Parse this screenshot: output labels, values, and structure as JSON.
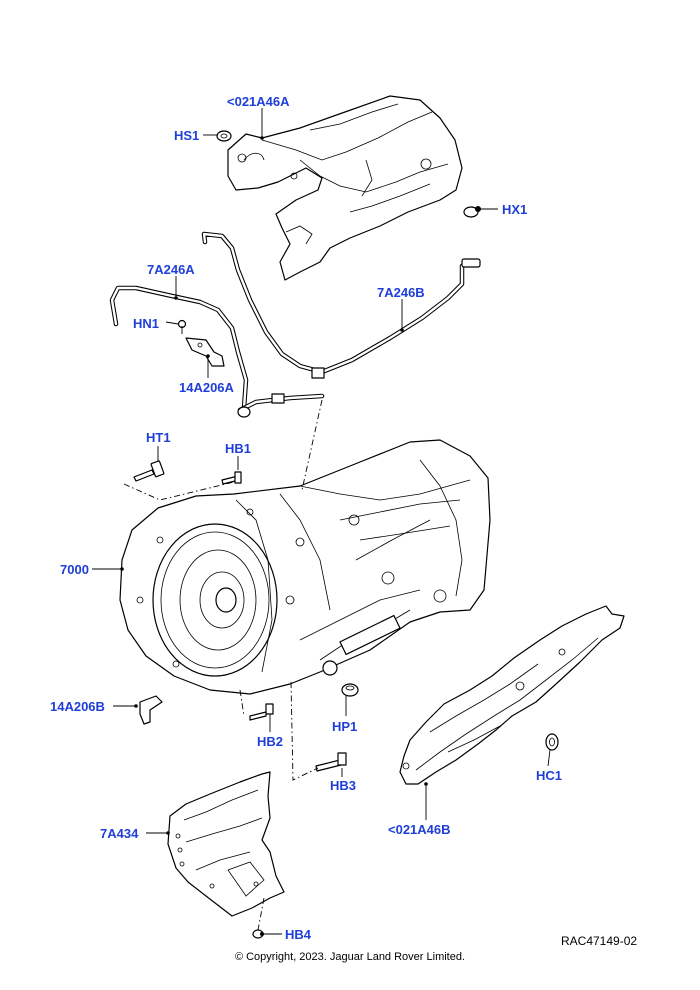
{
  "labels": {
    "heat_shield_upper": "<021A46A",
    "hs1": "HS1",
    "hx1": "HX1",
    "tube_a": "7A246A",
    "tube_b": "7A246B",
    "hn1": "HN1",
    "bracket_a": "14A206A",
    "ht1": "HT1",
    "hb1": "HB1",
    "transmission": "7000",
    "bracket_b": "14A206B",
    "hb2": "HB2",
    "hp1": "HP1",
    "hb3": "HB3",
    "hc1": "HC1",
    "heat_shield_lower": "<021A46B",
    "skid_plate": "7A434",
    "hb4": "HB4"
  },
  "reference": "RAC47149-02",
  "copyright": "© Copyright, 2023. Jaguar Land Rover Limited."
}
